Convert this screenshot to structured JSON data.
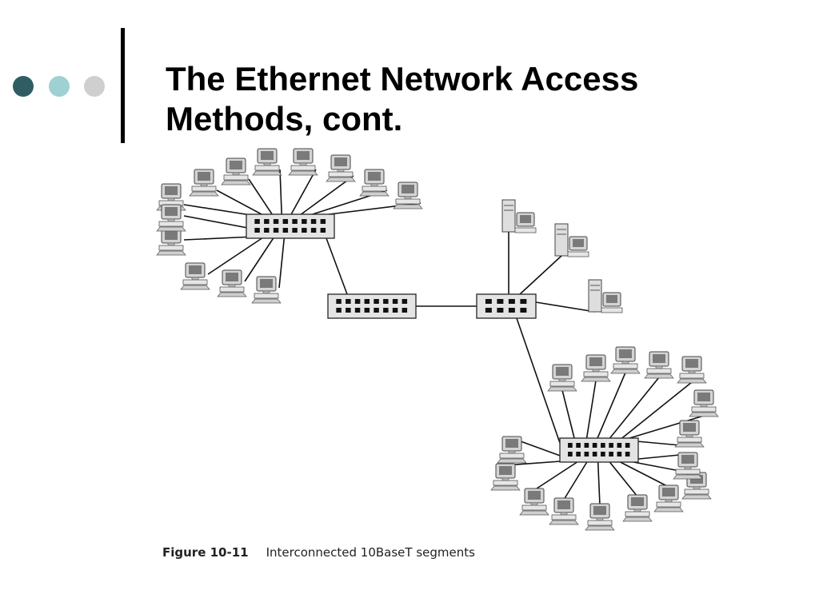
{
  "slide": {
    "title_line1": "The Ethernet Network Access",
    "title_line2": "Methods, cont.",
    "bullet_colors": [
      "#2e5e63",
      "#9fd0d2",
      "#cfcfcf"
    ],
    "bar_color": "#000000"
  },
  "figure": {
    "label": "Figure 10-11",
    "caption": "Interconnected 10BaseT segments",
    "icons": {
      "hub": "hub-icon",
      "workstation": "computer-icon",
      "server": "server-icon"
    },
    "hubs": [
      {
        "name": "hub-top-left",
        "ports": 16
      },
      {
        "name": "hub-center",
        "ports": 16
      },
      {
        "name": "hub-right",
        "ports": 8
      },
      {
        "name": "hub-bottom-right",
        "ports": 16
      }
    ],
    "segments": [
      {
        "hub": "hub-top-left",
        "workstations": 13
      },
      {
        "hub": "hub-right",
        "servers": 3
      },
      {
        "hub": "hub-bottom-right",
        "workstations": 16
      }
    ],
    "backbone_links": [
      [
        "hub-top-left",
        "hub-center"
      ],
      [
        "hub-center",
        "hub-right"
      ],
      [
        "hub-right",
        "hub-bottom-right"
      ]
    ]
  }
}
